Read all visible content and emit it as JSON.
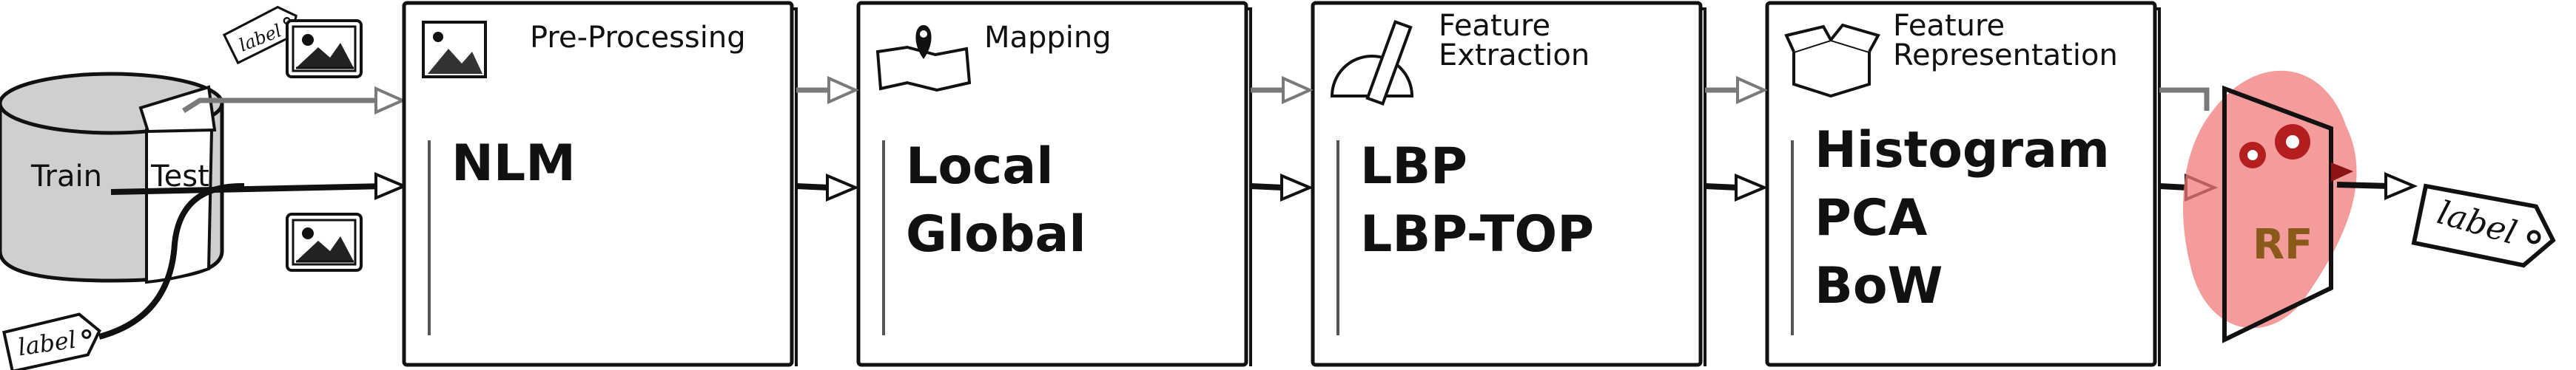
{
  "database": {
    "train_label": "Train",
    "test_label": "Test"
  },
  "tags": {
    "label_text": "label"
  },
  "stages": [
    {
      "title_lines": [
        "Pre-Processing"
      ],
      "methods": [
        "NLM"
      ],
      "icon": "landscape-image-icon"
    },
    {
      "title_lines": [
        "Mapping"
      ],
      "methods": [
        "Local",
        "Global"
      ],
      "icon": "map-pin-icon"
    },
    {
      "title_lines": [
        "Feature",
        "Extraction"
      ],
      "methods": [
        "LBP",
        "LBP-TOP"
      ],
      "icon": "protractor-ruler-icon"
    },
    {
      "title_lines": [
        "Feature",
        "Representation"
      ],
      "methods": [
        "Histogram",
        "PCA",
        "BoW"
      ],
      "icon": "open-box-icon"
    }
  ],
  "classifier": {
    "label": "RF",
    "icon": "gears-icon",
    "accent": "#f07a7a"
  },
  "colors": {
    "gray_arrow": "#7a7a7a",
    "black_arrow": "#111111",
    "db_fill": "#cfcfcf",
    "rf_scribble": "#f07a7a"
  }
}
